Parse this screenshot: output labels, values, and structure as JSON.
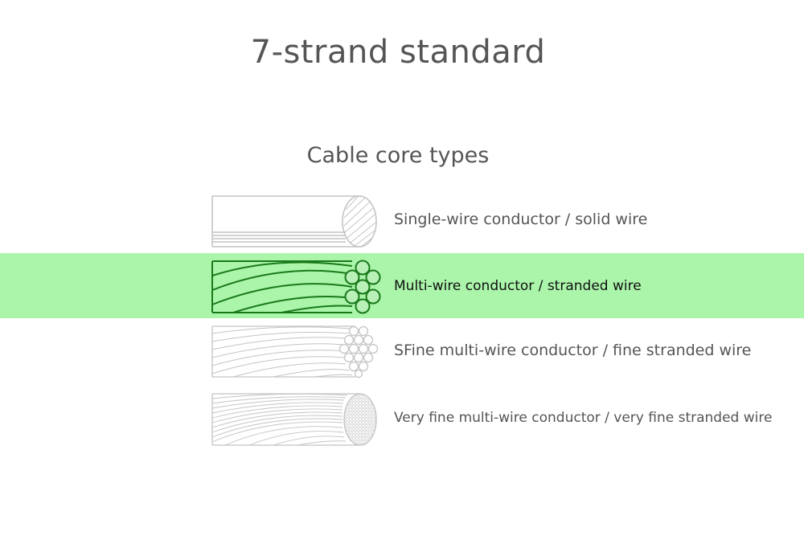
{
  "header": {
    "title": "7-strand standard",
    "subtitle": "Cable core types"
  },
  "colors": {
    "highlight": "#aaf5aa",
    "active_stroke": "#1a7a1a",
    "inactive_stroke": "#c4c4c4",
    "text": "#555555"
  },
  "cables": [
    {
      "label": "Single-wire conductor / solid wire",
      "icon": "solid-wire-icon",
      "highlighted": false
    },
    {
      "label": "Multi-wire conductor / stranded wire",
      "icon": "stranded-wire-icon",
      "highlighted": true
    },
    {
      "label": "SFine multi-wire conductor / fine stranded wire",
      "icon": "fine-stranded-wire-icon",
      "highlighted": false
    },
    {
      "label": "Very fine multi-wire conductor / very fine stranded wire",
      "icon": "very-fine-stranded-wire-icon",
      "highlighted": false
    }
  ]
}
